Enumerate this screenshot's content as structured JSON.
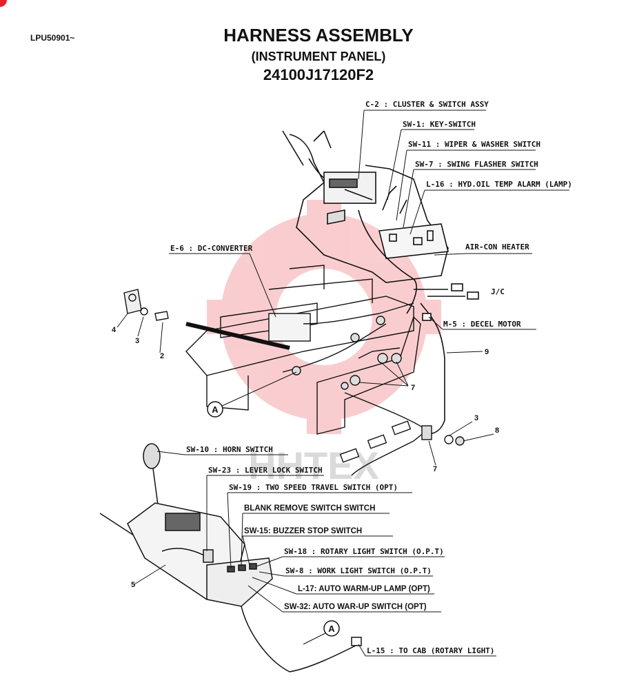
{
  "header": {
    "code": "LPU50901~",
    "title": "HARNESS ASSEMBLY",
    "subtitle": "(INSTRUMENT PANEL)",
    "part_number": "24100J17120F2"
  },
  "watermark": "HHTEX",
  "labels": {
    "c2": "C-2 : CLUSTER & SWITCH ASSY",
    "sw1": "SW-1: KEY-SWITCH",
    "sw11": "SW-11 : WIPER & WASHER SWITCH",
    "sw7": "SW-7 : SWING FLASHER SWITCH",
    "l16": "L-16 : HYD.OIL TEMP ALARM (LAMP)",
    "aircon": "AIR-CON HEATER",
    "e6": "E-6 : DC-CONVERTER",
    "jc": "J/C",
    "m5": "M-5 : DECEL MOTOR",
    "sw10": "SW-10 : HORN SWITCH",
    "sw23": "SW-23 : LEVER LOCK SWITCH",
    "sw19": "SW-19 : TWO SPEED TRAVEL SWITCH (OPT)",
    "blank": "BLANK REMOVE SWITCH  SWITCH",
    "sw15": "SW-15: BUZZER STOP SWITCH",
    "sw18": "SW-18 : ROTARY LIGHT SWITCH (O.P.T)",
    "sw8": "SW-8 : WORK LIGHT SWITCH (O.P.T)",
    "l17": "L-17: AUTO WARM-UP LAMP (OPT)",
    "sw32": "SW-32: AUTO WAR-UP SWITCH (OPT)",
    "l15": "L-15 : TO CAB (ROTARY LIGHT)"
  },
  "callouts": {
    "n2": "2",
    "n3a": "3",
    "n3b": "3",
    "n4": "4",
    "n5": "5",
    "n7a": "7",
    "n7b": "7",
    "n8": "8",
    "n9": "9",
    "refA1": "A",
    "refA2": "A"
  }
}
